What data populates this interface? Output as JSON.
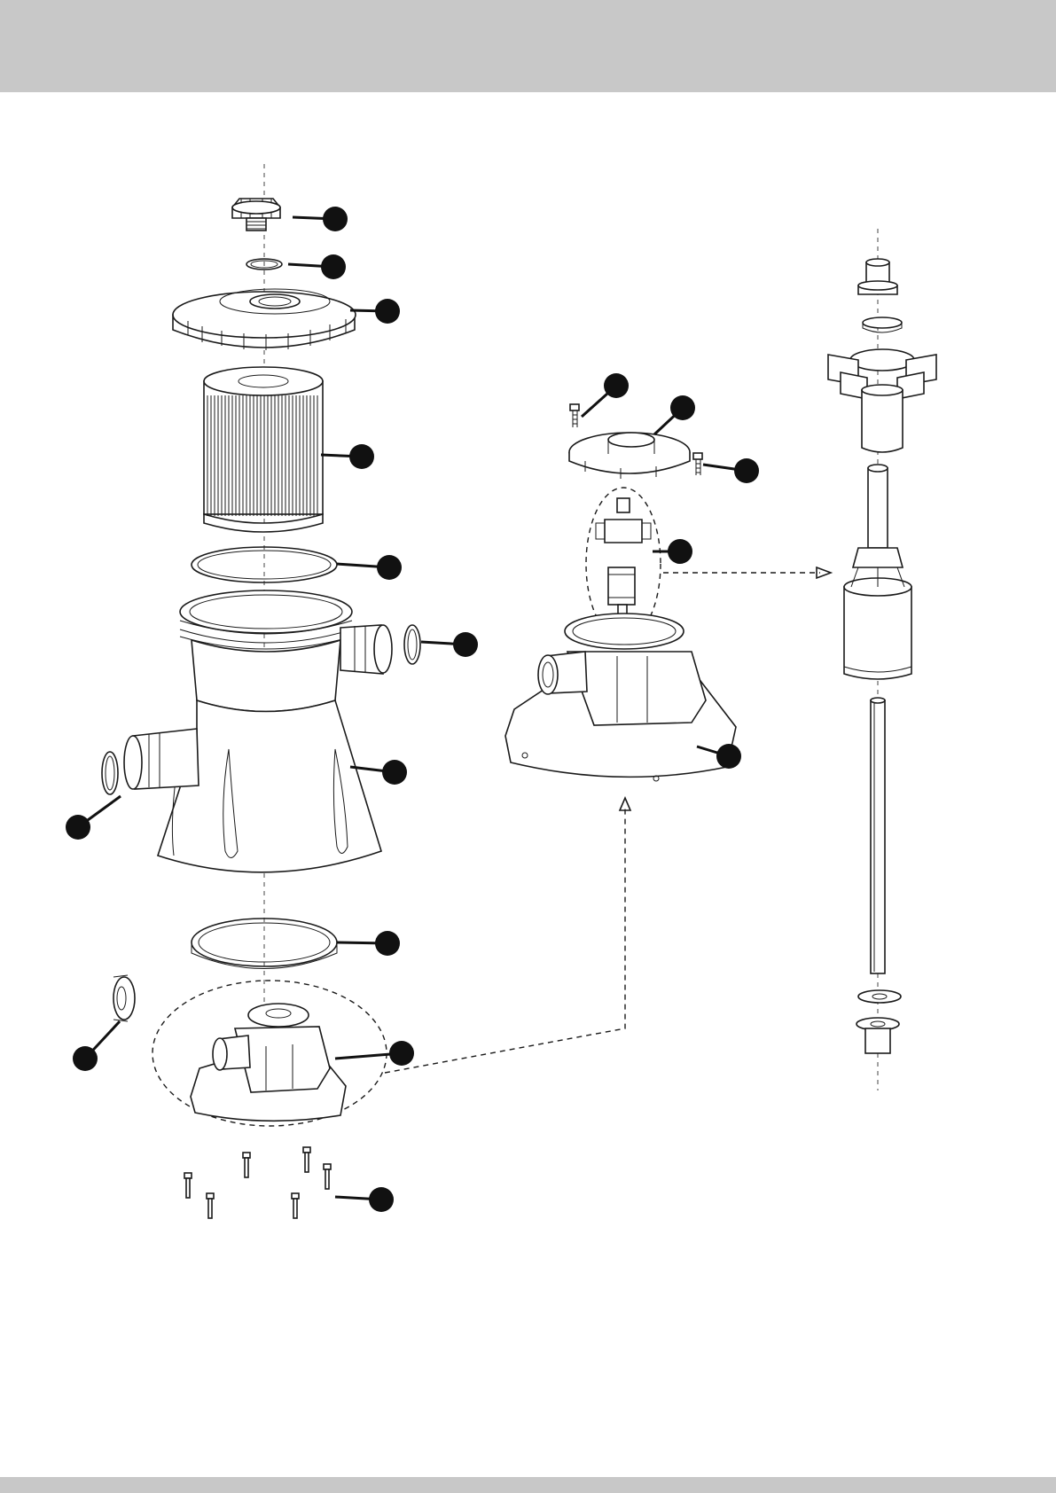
{
  "page": {
    "background": "#ffffff",
    "band_color": "#c8c8c8",
    "ink_color": "#111111"
  },
  "diagram": {
    "callouts": [
      {
        "part": "filter-cap"
      },
      {
        "part": "cap-o-ring"
      },
      {
        "part": "filter-housing-cover"
      },
      {
        "part": "filter-cartridge"
      },
      {
        "part": "cover-o-ring"
      },
      {
        "part": "hose-o-ring-upper"
      },
      {
        "part": "filter-housing"
      },
      {
        "part": "hose-o-ring-lower"
      },
      {
        "part": "base-o-ring"
      },
      {
        "part": "seal-washer"
      },
      {
        "part": "motor-housing"
      },
      {
        "part": "housing-screws"
      },
      {
        "part": "impeller-cover-screw-left"
      },
      {
        "part": "impeller-cover"
      },
      {
        "part": "impeller-cover-screw-right"
      },
      {
        "part": "impeller-assembly"
      },
      {
        "part": "pump-base"
      }
    ]
  }
}
